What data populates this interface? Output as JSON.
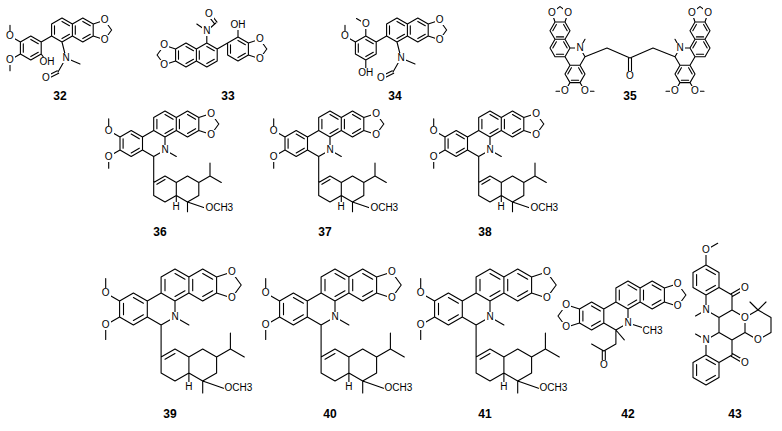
{
  "diagram": {
    "labels": [
      "O",
      "O",
      "O",
      "O",
      "OH",
      "N",
      "O",
      "32",
      "O",
      "O",
      "N",
      "O",
      "OH",
      "O",
      "O",
      "33",
      "O",
      "O",
      "O",
      "O",
      "OH",
      "N",
      "O",
      "34",
      "O",
      "O",
      "O",
      "O",
      "N",
      "O",
      "O",
      "O",
      "O",
      "N",
      "O",
      "35",
      "O",
      "O",
      "O",
      "O",
      "N",
      "H",
      "OCH3",
      "36",
      "O",
      "O",
      "O",
      "O",
      "N",
      "H",
      "OCH3",
      "37",
      "O",
      "O",
      "O",
      "O",
      "N",
      "H",
      "OCH3",
      "38",
      "O",
      "O",
      "O",
      "O",
      "N",
      "H",
      "OCH3",
      "39",
      "O",
      "O",
      "O",
      "O",
      "N",
      "H",
      "OCH3",
      "40",
      "O",
      "O",
      "O",
      "O",
      "N",
      "H",
      "OCH3",
      "41",
      "O",
      "O",
      "O",
      "O",
      "N",
      "CH3",
      "O",
      "42",
      "O",
      "N",
      "O",
      "O",
      "O",
      "N",
      "O",
      "43"
    ]
  }
}
